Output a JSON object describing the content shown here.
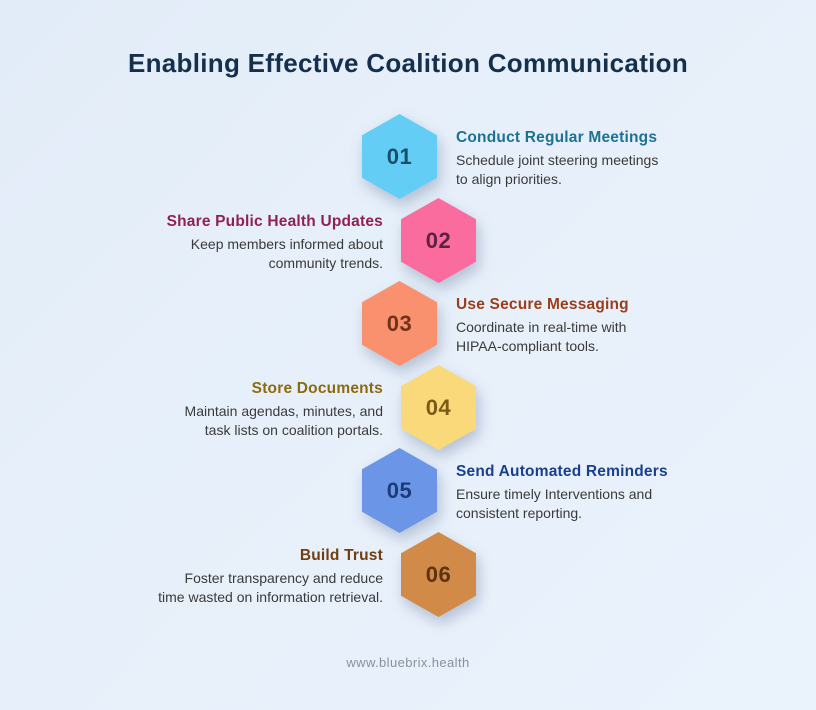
{
  "title": "Enabling Effective Coalition Communication",
  "footer": {
    "url": "www.bluebrix.health"
  },
  "colors": {
    "background_start": "#e2ecf8",
    "background_end": "#eaf2fc",
    "title": "#14304d",
    "body_text": "#3a3a3a",
    "footer_text": "#8a909b"
  },
  "steps": [
    {
      "number": "01",
      "heading": "Conduct Regular Meetings",
      "body": "Schedule joint steering meetings\nto align priorities.",
      "side": "right",
      "colors": {
        "hex": "#63cdf6",
        "number": "#175067",
        "heading": "#1d7195"
      }
    },
    {
      "number": "02",
      "heading": "Share Public Health Updates",
      "body": "Keep members informed about\ncommunity trends.",
      "side": "left",
      "colors": {
        "hex": "#fa6b9e",
        "number": "#5e2240",
        "heading": "#8f2156"
      }
    },
    {
      "number": "03",
      "heading": "Use Secure Messaging",
      "body": "Coordinate in real-time with\nHIPAA-compliant tools.",
      "side": "right",
      "colors": {
        "hex": "#f9916e",
        "number": "#703218",
        "heading": "#9a3e1b"
      }
    },
    {
      "number": "04",
      "heading": "Store Documents",
      "body": "Maintain agendas, minutes, and\ntask lists on coalition portals.",
      "side": "left",
      "colors": {
        "hex": "#fad97a",
        "number": "#7b5c17",
        "heading": "#8c6b10"
      }
    },
    {
      "number": "05",
      "heading": "Send Automated Reminders",
      "body": "Ensure timely Interventions and\nconsistent reporting.",
      "side": "right",
      "colors": {
        "hex": "#6b96e7",
        "number": "#1c3b77",
        "heading": "#1a3f8f"
      }
    },
    {
      "number": "06",
      "heading": "Build Trust",
      "body": "Foster transparency and reduce\ntime wasted on information retrieval.",
      "side": "left",
      "colors": {
        "hex": "#d18a48",
        "number": "#5c330f",
        "heading": "#703e10"
      }
    }
  ]
}
